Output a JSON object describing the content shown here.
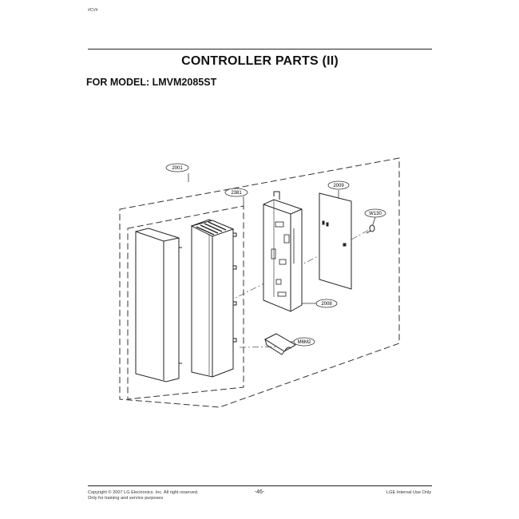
{
  "header": {
    "corner_mark": "#CV#",
    "title": "CONTROLLER PARTS (II)",
    "model_line": "FOR MODEL: LMVM2085ST"
  },
  "diagram": {
    "callouts": {
      "assembly": "2001",
      "door_assembly": "2381",
      "pcb": "2009",
      "screw": "W130",
      "bracket": "2008",
      "switch": "M6M2"
    }
  },
  "footer": {
    "copyright_line1": "Copyright © 2007 LG Electronics. Inc. All right reserved.",
    "copyright_line2": "Only for training and service purposes",
    "page_number": "-46-",
    "internal_use": "LGE Internal Use Only"
  }
}
